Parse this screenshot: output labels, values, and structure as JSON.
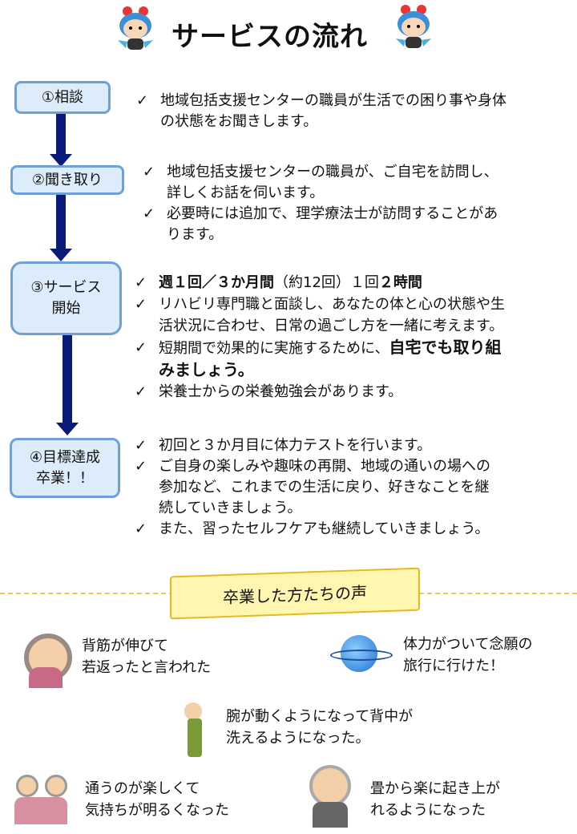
{
  "title": "サービスの流れ",
  "steps": [
    {
      "label_lines": [
        "①相談"
      ],
      "items": [
        {
          "lines": [
            "地域包括支援センターの職員が生活での困り事や身体",
            "の状態をお聞きします。"
          ]
        }
      ]
    },
    {
      "label_lines": [
        "②聞き取り"
      ],
      "items": [
        {
          "lines": [
            "地域包括支援センターの職員が、ご自宅を訪問し、",
            "詳しくお話を伺います。"
          ]
        },
        {
          "lines": [
            "必要時には追加で、理学療法士が訪問することがあ",
            "ります。"
          ]
        }
      ]
    },
    {
      "label_lines": [
        "③サービス",
        "開始"
      ],
      "items": [
        {
          "parts": [
            "週１回／３か月間",
            "（約12回）１回",
            "２時間"
          ]
        },
        {
          "lines": [
            "リハビリ専門職と面談し、あなたの体と心の状態や生",
            "活状況に合わせ、日常の過ごし方を一緒に考えます。"
          ]
        },
        {
          "parts": [
            "短期間で効果的に実施するために、",
            "自宅でも取り組",
            "みましょう。"
          ]
        },
        {
          "lines": [
            "栄養士からの栄養勉強会があります。"
          ]
        }
      ]
    },
    {
      "label_lines": [
        "④目標達成",
        "卒業！！"
      ],
      "items": [
        {
          "lines": [
            "初回と３か月目に体力テストを行います。"
          ]
        },
        {
          "lines": [
            "ご自身の楽しみや趣味の再開、地域の通いの場への",
            "参加など、これまでの生活に戻り、好きなことを継",
            "続していきましょう。"
          ]
        },
        {
          "lines": [
            "また、習ったセルフケアも継続していきましょう。"
          ]
        }
      ]
    }
  ],
  "check_mark": "✓",
  "voices_title": "卒業した方たちの声",
  "voices": [
    {
      "lines": [
        "背筋が伸びて",
        "若返ったと言われた"
      ]
    },
    {
      "lines": [
        "体力がついて念願の",
        "旅行に行けた！"
      ]
    },
    {
      "lines": [
        "腕が動くようになって背中が",
        "洗えるようになった。"
      ]
    },
    {
      "lines": [
        "通うのが楽しくて",
        "気持ちが明るくなった"
      ]
    },
    {
      "lines": [
        "畳から楽に起き上が",
        "れるようになった"
      ]
    }
  ],
  "colors": {
    "box_fill": "#dcecfb",
    "box_border": "#6fa0d8",
    "arrow": "#0a1a78",
    "ribbon": "#fff7b0"
  }
}
